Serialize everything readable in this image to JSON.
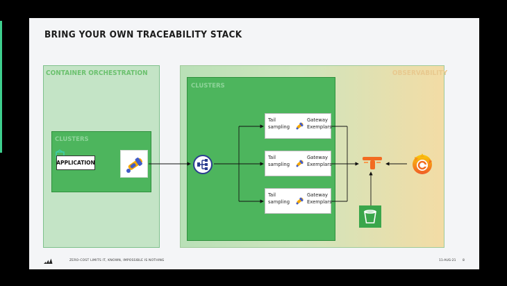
{
  "slide": {
    "title": "BRING YOUR OWN TRACEABILITY STACK",
    "container_panel_label": "CONTAINER ORCHESTRATION",
    "observability_panel_label": "OBSERVABILITY",
    "clusters_label_left": "CLUSTERS",
    "clusters_label_right": "CLUSTERS",
    "application_label": "APPLICATION",
    "processors": [
      {
        "left": "Tail sampling",
        "right": "Gateway Exemplars"
      },
      {
        "left": "Tail sampling",
        "right": "Gateway Exemplars"
      },
      {
        "left": "Tail sampling",
        "right": "Gateway Exemplars"
      }
    ],
    "footer": {
      "text": "ZERO-COST LIMITS IT, KNOWN, IMPOSSIBLE IS NOTHING",
      "date": "11-AUG-21",
      "page": "8"
    }
  },
  "colors": {
    "cluster_green": "#4db55d",
    "panel_green": "#c4e4c6",
    "tempo_orange": "#f26b21",
    "grafana_orange": "#f1722a",
    "otel_yellow": "#f5a800",
    "otel_blue": "#425cc7"
  },
  "icons": [
    "opentelemetry-icon",
    "load-balancer-icon",
    "tempo-icon",
    "grafana-icon",
    "bucket-icon",
    "adidas-logo"
  ]
}
